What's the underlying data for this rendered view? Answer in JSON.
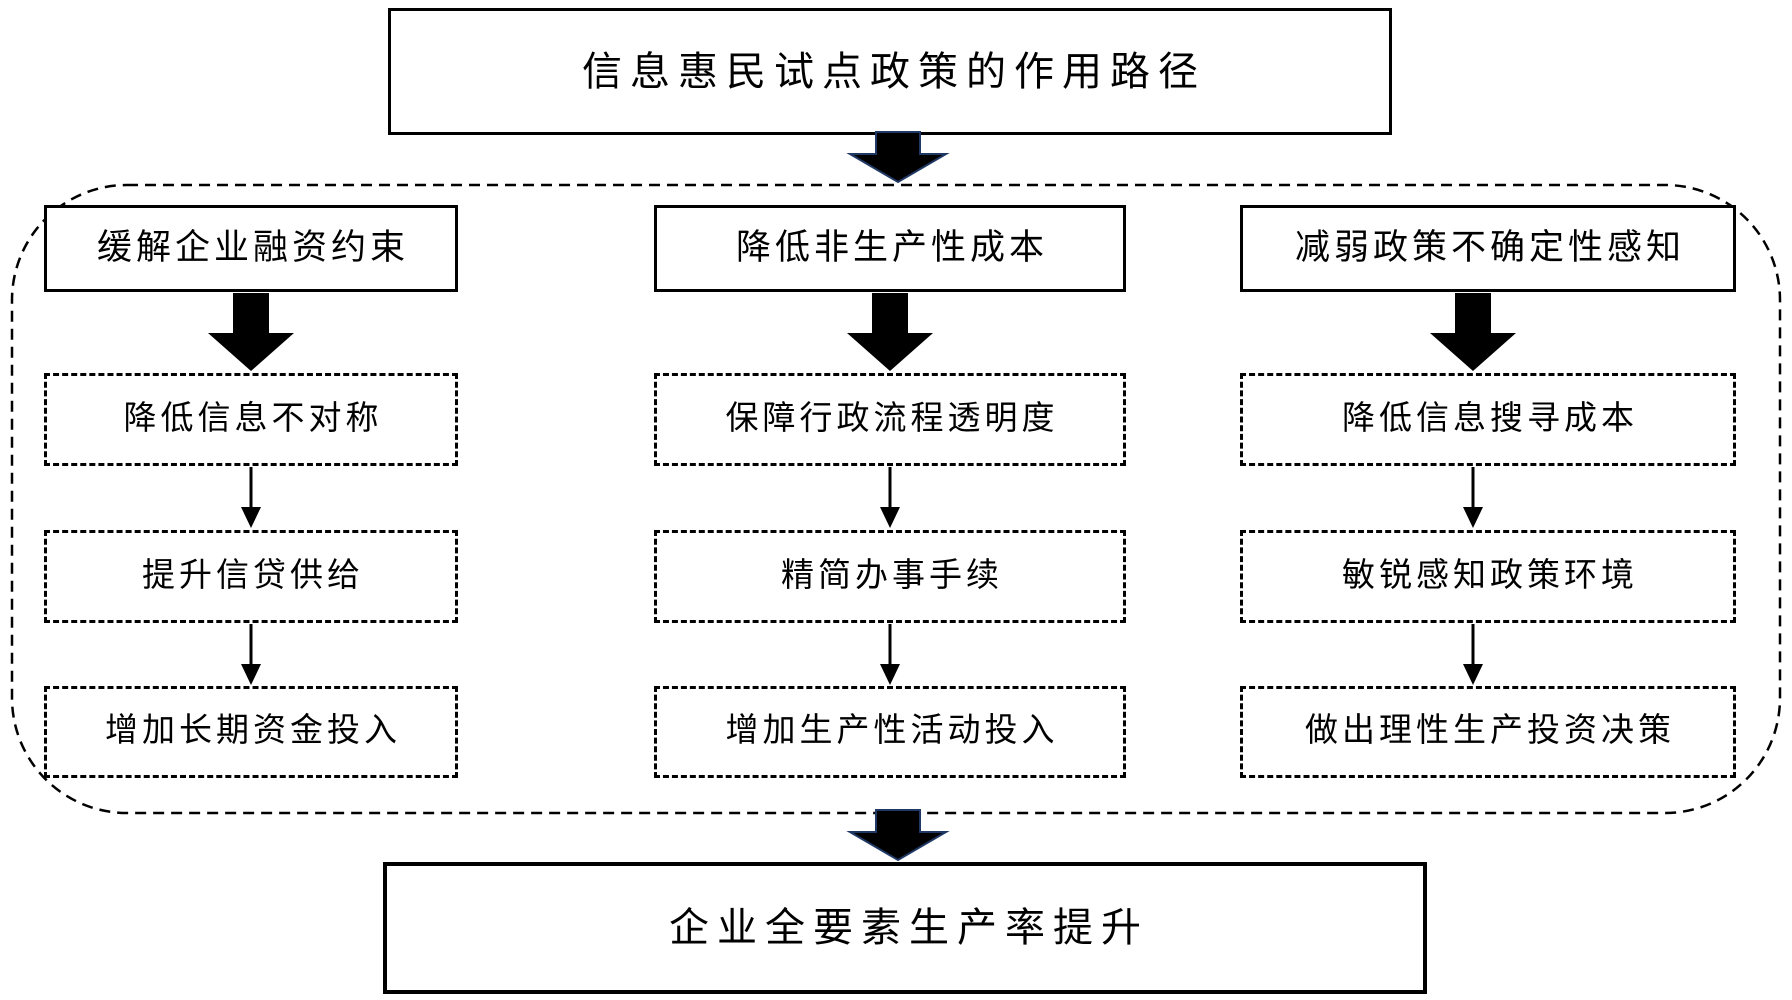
{
  "title": "信息惠民试点政策的作用路径",
  "outcome": "企业全要素生产率提升",
  "columns": [
    {
      "header": "缓解企业融资约束",
      "steps": [
        "降低信息不对称",
        "提升信贷供给",
        "增加长期资金投入"
      ]
    },
    {
      "header": "降低非生产性成本",
      "steps": [
        "保障行政流程透明度",
        "精简办事手续",
        "增加生产性活动投入"
      ]
    },
    {
      "header": "减弱政策不确定性感知",
      "steps": [
        "降低信息搜寻成本",
        "敏锐感知政策环境",
        "做出理性生产投资决策"
      ]
    }
  ],
  "colors": {
    "ink": "#000000",
    "big_arrow_outline": "#1f3864",
    "background": "#ffffff"
  }
}
